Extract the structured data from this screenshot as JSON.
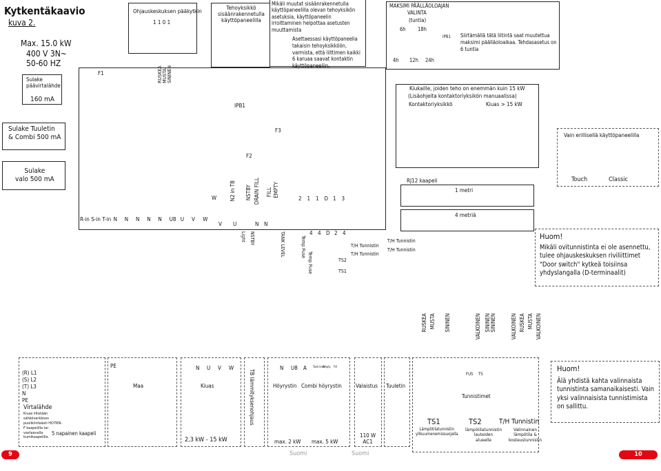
{
  "page": {
    "title": "Kytkentäkaavio",
    "subtitle": "kuva 2.",
    "spec_power": "Max. 15.0 kW",
    "spec_voltage": "400 V 3N~",
    "spec_freq": "50-60 HZ",
    "page_left": "9",
    "page_right": "10",
    "footer_left": "Suomi",
    "footer_right": "Suomi"
  },
  "fuses": {
    "main_label": "Sulake\npäävirtalähde",
    "main_value": "160 mA",
    "heater_label": "Sulake Tuuletin\n& Combi 500 mA",
    "light_label": "Sulake\nvalo 500 mA",
    "f1": "F1",
    "f2": "F2",
    "f3": "F3"
  },
  "main_switch": {
    "title": "Ohjauskeskuksen pääkytkin",
    "digits": "1 1 0 1",
    "wire_labels": "RUSKEA\nMUSTA\nSININEN"
  },
  "power_unit": {
    "title": "Tehoyksikkö\nsisäänrakennetulla\nkäyttöpaneelilla",
    "note1": "Mikäli muutat sisäänrakennetulla käyttöpaneelilla olevan tehoyksikön asetuksia, käyttöpaneelin irroittaminen helpottaa asetusten muuttamista",
    "note2": "Asettaessasi käyttöpaneelia takaisin tehoyksikköön, varmista, että liittimen kaikki 6 karuaa saavat kontaktin käyttöpaneeliin."
  },
  "max_time": {
    "title": "MAKSIMI PÄÄLLÄOLOAJAN",
    "sub1": "VALINTA",
    "sub2": "(tuntia)",
    "top_hours": [
      "6h",
      "18h"
    ],
    "bottom_hours": [
      "4h",
      "12h",
      "24h"
    ],
    "ipb_label": "IPB1",
    "note": "Siirtämällä tätä liitintä saat muutettua maksimi päälläoloaikaa. Tehdasasetus on 6 tuntia"
  },
  "board": {
    "ipb1": "IPB1",
    "vertical_labels": [
      "W",
      "N2 in TB",
      "NSTBY",
      "DRAIN FILL",
      "EMPTY",
      "FILL"
    ],
    "right_top_digits": [
      "2",
      "1",
      "1",
      "D",
      "1",
      "3"
    ],
    "terminal_row": [
      "R-in",
      "S-in",
      "T-in",
      "N",
      "N",
      "N",
      "N",
      "N",
      "U8",
      "U",
      "V",
      "W"
    ],
    "right_terminals": [
      "4",
      "4",
      "D",
      "2",
      "4"
    ],
    "under_labels": [
      "V",
      "U",
      "N",
      "N"
    ],
    "wire_labels": [
      "Light",
      "NSTBY",
      "TANK LEVEL",
      "Temp Fuse",
      "Temp Fuse"
    ]
  },
  "contactor": {
    "title": "Kiukaille, joiden teho on enemmän kuin 15 kW",
    "subtitle": "(Lisäohjeita kontaktoriyksikön manuaalissa)",
    "left_label": "Kontaktoriyksikkö",
    "right_label": "Kiuas > 15 kW"
  },
  "panels": {
    "title": "Vain erillisellä käyttöpaneelilla",
    "touch": "Touch",
    "classic": "Classic"
  },
  "cables": {
    "title": "RJ12 kaapeli",
    "len1": "1 metri",
    "len2": "4 metriä"
  },
  "sensor_wires": [
    "T/H Tunnistin",
    "T/H Tunnistin",
    "T/H Tunnistin",
    "T/H Tunnistin",
    "TS2",
    "TS1"
  ],
  "huom1": {
    "title": "Huom!",
    "text": "Mikäli ovitunnistinta ei ole asennettu, tulee ohjauskeskuksen riviliittimet \"Door switch\" kytkeä toisiinsa yhdyslangalla (D-terminaalit)"
  },
  "wire_colors": [
    "RUSKEA",
    "MUSTA",
    "SININEN",
    "VALKOINEN",
    "SININEN",
    "VALKOINEN",
    "RUSKEA",
    "MUSTA",
    "SININEN",
    "VALKOINEN"
  ],
  "bottom": {
    "supply": {
      "rows": [
        "(R) L1",
        "(S) L2",
        "(T) L3",
        "N",
        "PE"
      ],
      "title": "Virtalähde",
      "desc": "Kiuas liitetään sähköverkkoon puolikiinteästi HO7RN-F kaapelilla tai vastaavalla kumikaapelilla.",
      "cable": "5 napainen kaapeli"
    },
    "maa": {
      "pe": "PE",
      "label": "Maa"
    },
    "kiuas": {
      "terms": [
        "N",
        "U",
        "V",
        "W"
      ],
      "label": "Kiuas",
      "power": "2,3 kW - 15 kW"
    },
    "tb": "TB lämmityksenohjaus",
    "steam": {
      "terms": [
        "N",
        "U8",
        "A",
        "Tank level",
        "Empty",
        "Fill"
      ],
      "label1": "Höyrystin",
      "label2": "Combi höyrystin",
      "max1": "max. 2 kW",
      "max2": "max. 5 kW"
    },
    "light": {
      "label": "Valaistus",
      "spec": "110 W\nAC1"
    },
    "fan": {
      "label": "Tuuletin"
    },
    "sensors": {
      "tunnistimet": "Tunnistimet",
      "ts1": "TS1",
      "ts1_desc": "Lämpötilatunnistin\nylikuumenemissuojalla",
      "ts2": "TS2",
      "ts2_desc": "lämpötilatunnistin\nlauteiden\nalueelle",
      "th": "T/H Tunnistin",
      "th_desc": "Valinnainen\nlämpötila &\nkosteustunnistin",
      "fu5": "FU5",
      "ts": "TS"
    }
  },
  "huom2": {
    "title": "Huom!",
    "text": "Älä yhdistä kahta valinnaista tunnistinta samanaikaisesti. Vain yksi valinnaisista tunnistimista on sallittu."
  }
}
